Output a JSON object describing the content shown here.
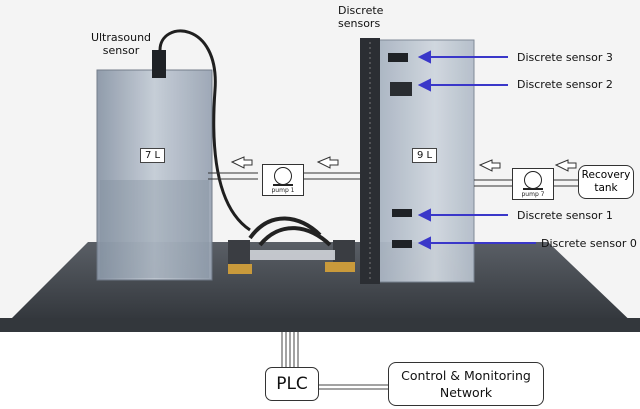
{
  "labels": {
    "ultrasound": "Ultrasound sensor",
    "discrete_title": "Discrete sensors",
    "ds3": "Discrete sensor 3",
    "ds2": "Discrete sensor 2",
    "ds1": "Discrete sensor 1",
    "ds0": "Discrete sensor 0",
    "tank_left": "7 L",
    "tank_right": "9 L",
    "pump_left": "pump 1",
    "pump_right": "pump 7",
    "recovery": "Recovery tank",
    "plc": "PLC",
    "network": "Control & Monitoring Network"
  },
  "colors": {
    "arrow_blue": "#3a37c9",
    "tank_glass": "#b9c3d0",
    "base_dark": "#3c4148",
    "wall": "#f2f2f2"
  }
}
